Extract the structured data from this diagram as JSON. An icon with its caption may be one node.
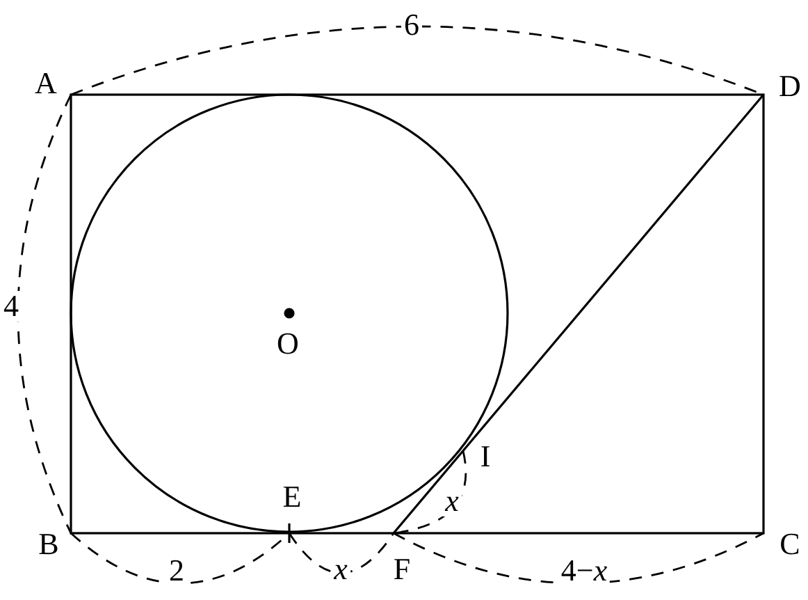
{
  "diagram": {
    "labels": [
      "6",
      "A",
      "D",
      "4",
      "O",
      "I",
      "x",
      "E",
      "B",
      "C",
      "2",
      "x",
      "F",
      "4−*x*"
    ]
  }
}
